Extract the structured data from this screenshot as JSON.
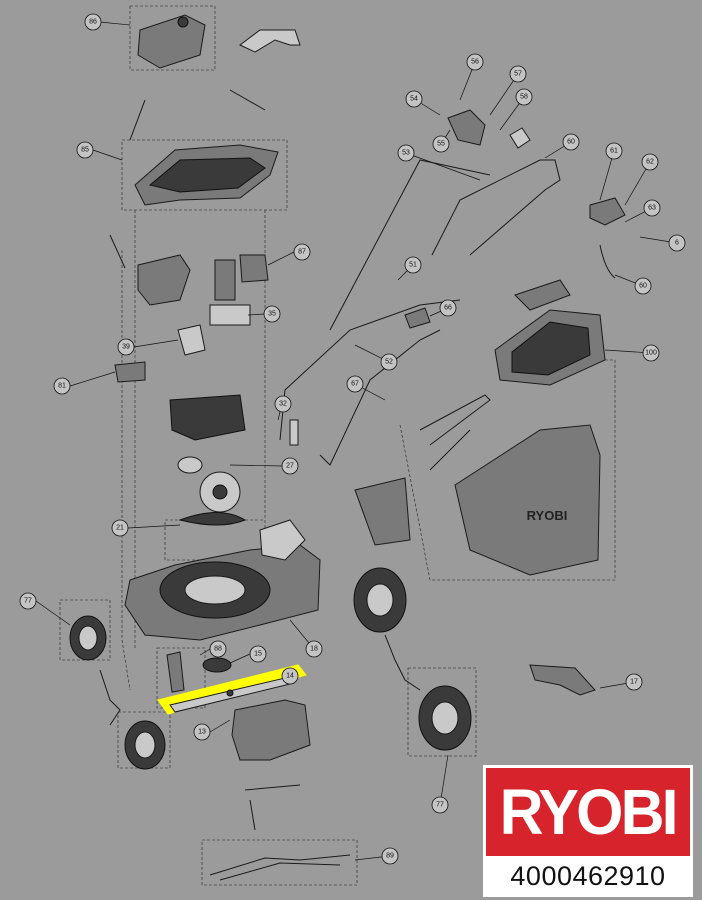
{
  "brand": "RYOBI",
  "part_number": "4000462910",
  "colors": {
    "background": "#9b9b9b",
    "highlight": "#ffff00",
    "brand_red": "#d7232b"
  },
  "highlighted_part": "14",
  "callouts": {
    "c86": "86",
    "c85": "85",
    "c87": "87",
    "c35": "35",
    "c39": "39",
    "c81": "81",
    "c32": "32",
    "c27": "27",
    "c21": "21",
    "c77a": "77",
    "c88": "88",
    "c15": "15",
    "c14": "14",
    "c13": "13",
    "c18": "18",
    "c56": "56",
    "c57": "57",
    "c54": "54",
    "c58": "58",
    "c55": "55",
    "c53": "53",
    "c60a": "60",
    "c61": "61",
    "c62": "62",
    "c63": "63",
    "c6": "6",
    "c60b": "60",
    "c51": "51",
    "c66": "66",
    "c52": "52",
    "c67": "67",
    "c100": "100",
    "c17": "17",
    "c77b": "77",
    "c89": "89"
  },
  "bag_brand": "RYOBI"
}
